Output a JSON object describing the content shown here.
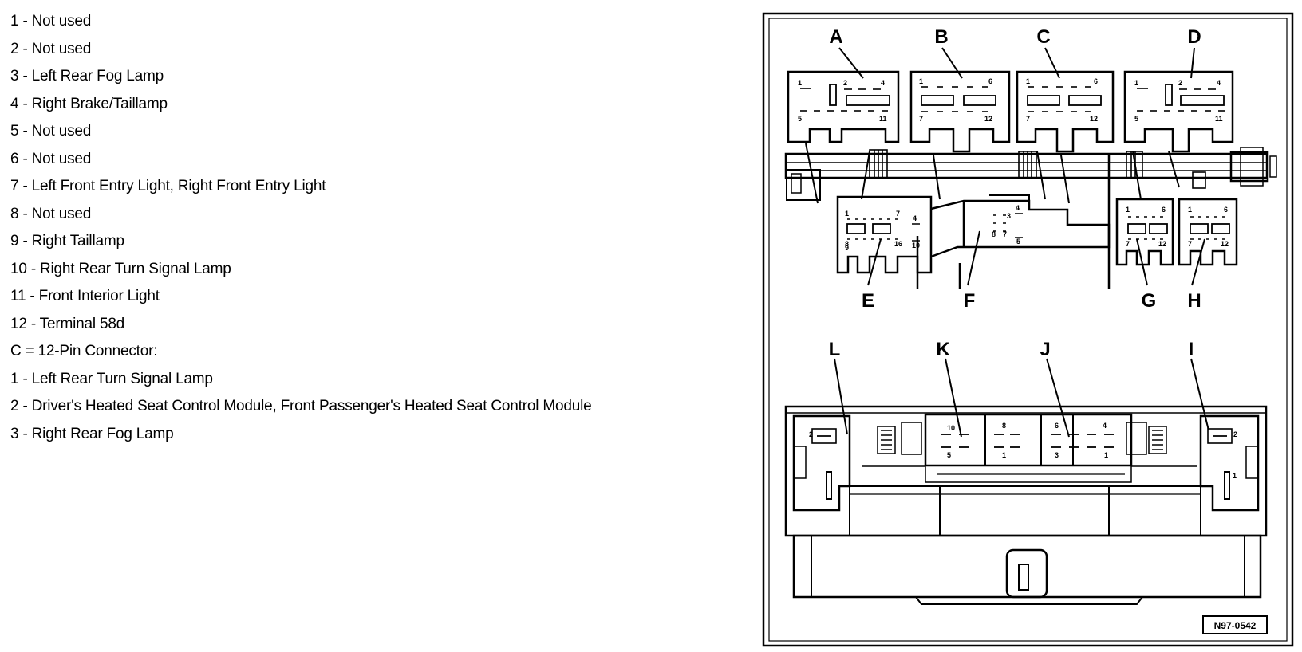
{
  "legend": [
    "1 - Not used",
    "2 - Not used",
    "3 - Left Rear Fog Lamp",
    "4 - Right Brake/Taillamp",
    "5 - Not used",
    "6 - Not used",
    "7 - Left Front Entry Light, Right Front Entry Light",
    "8 - Not used",
    "9 - Right Taillamp",
    "10 - Right Rear Turn Signal Lamp",
    "11 - Front Interior Light",
    "12 - Terminal 58d",
    "C = 12-Pin Connector:",
    "1 - Left Rear Turn Signal Lamp",
    "2 - Driver's Heated Seat Control Module, Front Passenger's Heated Seat Control Module",
    "3 - Right Rear Fog Lamp"
  ],
  "diagram": {
    "callouts": [
      "A",
      "B",
      "C",
      "D",
      "E",
      "F",
      "G",
      "H",
      "I",
      "J",
      "K",
      "L"
    ],
    "pins": {
      "a": [
        "1",
        "2",
        "4",
        "5",
        "11"
      ],
      "b": [
        "1",
        "6",
        "7",
        "12"
      ],
      "c": [
        "1",
        "6",
        "7",
        "12"
      ],
      "d": [
        "1",
        "2",
        "4",
        "5",
        "11"
      ],
      "e": [
        "1",
        "7",
        "8",
        "4",
        "9",
        "16",
        "10"
      ],
      "f": [
        "4",
        "3",
        "8",
        "7",
        "5"
      ],
      "g": [
        "1",
        "6",
        "7",
        "12"
      ],
      "h": [
        "1",
        "6",
        "7",
        "12"
      ],
      "k": [
        "10",
        "8",
        "5",
        "1"
      ],
      "j": [
        "6",
        "4",
        "3",
        "1"
      ],
      "l": [
        "2"
      ],
      "i": [
        "2",
        "1"
      ]
    },
    "figure_id": "N97-0542"
  }
}
